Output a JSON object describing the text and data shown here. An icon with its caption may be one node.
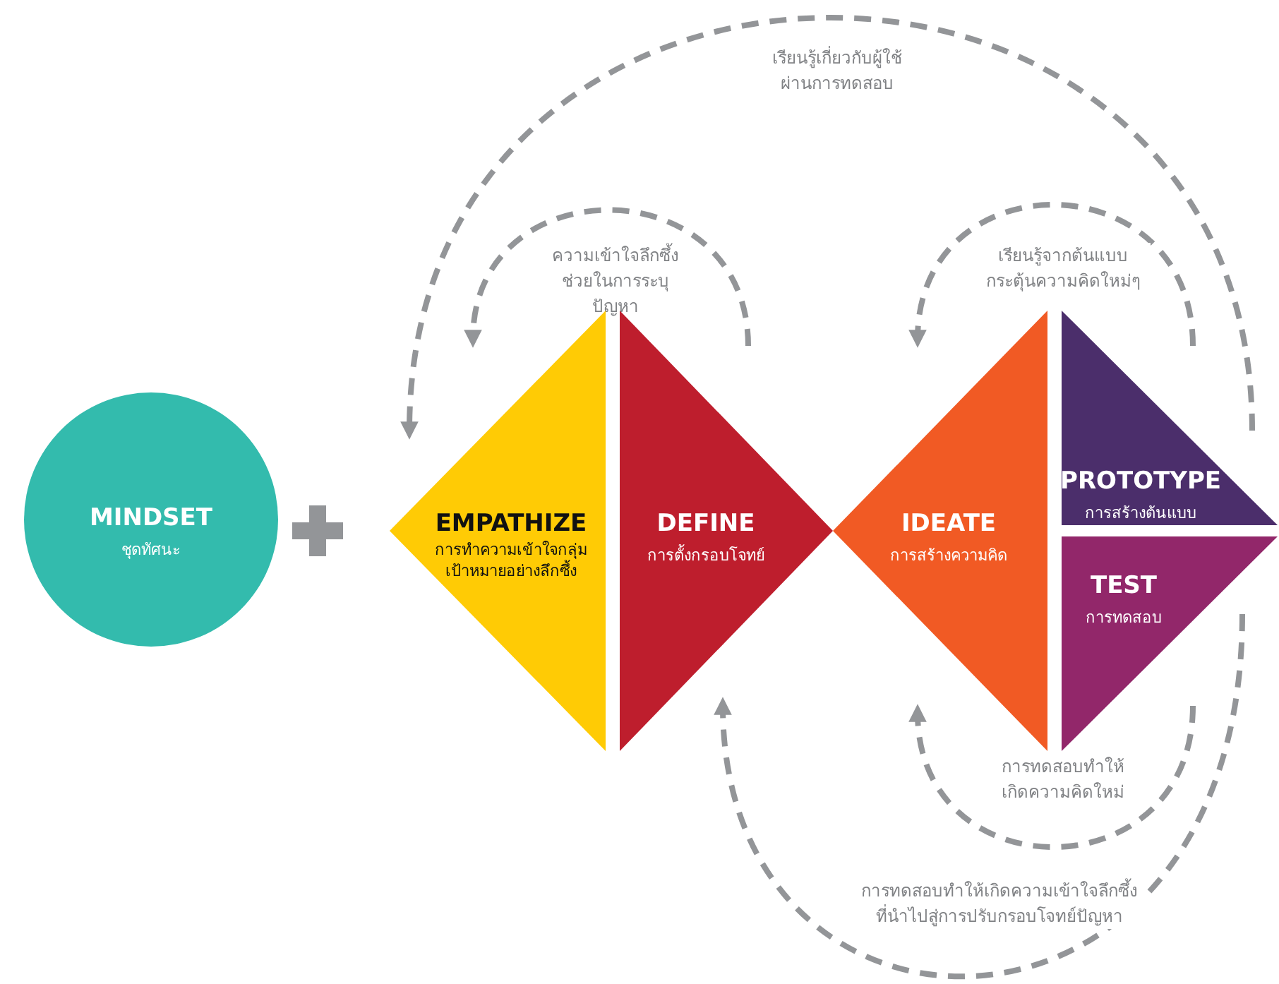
{
  "diagram": {
    "nodes": [
      {
        "text": [
          "MINDSET",
          "ชุดทัศนะ"
        ]
      },
      {
        "text": [
          "EMPATHIZE",
          "การทำความเข้าใจกลุ่มเป้าหมายอย่างลึกซึ้ง"
        ]
      },
      {
        "text": [
          "DEFINE",
          "การตั้งกรอบโจทย์"
        ]
      },
      {
        "text": [
          "IDEATE",
          "การสร้างความคิด"
        ]
      },
      {
        "text": [
          "PROTOTYPE",
          "การสร้างต้นแบบ"
        ]
      },
      {
        "text": [
          "TEST",
          "การทดสอบ"
        ]
      }
    ],
    "edges": [
      {
        "from": 2,
        "to": 1,
        "arrow": "to",
        "style": "dashed",
        "label": "ความเข้าใจลึกซึ้งช่วยในการระบุปัญหา"
      },
      {
        "from": 4,
        "to": 1,
        "arrow": "to",
        "style": "dashed",
        "label": "เรียนรู้เกี่ยวกับผู้ใช้ผ่านการทดสอบ"
      },
      {
        "from": 4,
        "to": 3,
        "arrow": "to",
        "style": "dashed",
        "label": "เรียนรู้จากต้นแบบกระตุ้นความคิดใหม่ๆ"
      },
      {
        "from": 5,
        "to": 3,
        "arrow": "to",
        "style": "dashed",
        "label": "การทดสอบทำให้เกิดความคิดใหม่"
      },
      {
        "from": 5,
        "to": 2,
        "arrow": "to",
        "style": "dashed",
        "label": "การทดสอบทำให้เกิดความเข้าใจลึกซึ้งที่นำไปสู่การปรับกรอบโจทย์ปัญหา"
      }
    ]
  }
}
